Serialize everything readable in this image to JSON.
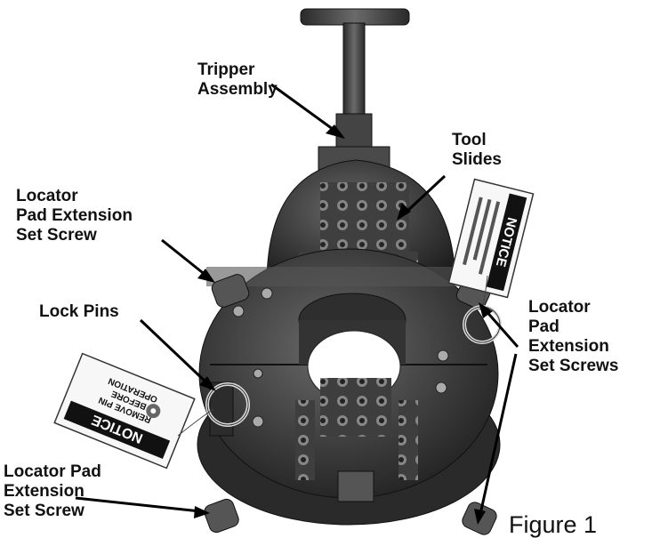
{
  "labels": {
    "tripper_assembly": "Tripper\nAssembly",
    "tool_slides": "Tool\nSlides",
    "locator_pad_ext_top_left": "Locator\nPad Extension\nSet Screw",
    "lock_pins": "Lock Pins",
    "locator_pad_ext_right": "Locator\nPad\nExtension\nSet Screws",
    "locator_pad_ext_bottom_left": "Locator Pad\nExtension\nSet Screw"
  },
  "tags": {
    "left_tag_title": "NOTICE",
    "left_tag_line1": "REMOVE PIN",
    "left_tag_line2": "BEFORE",
    "left_tag_line3": "OPERATION",
    "right_tag_title": "NOTICE"
  },
  "caption": "Figure 1"
}
